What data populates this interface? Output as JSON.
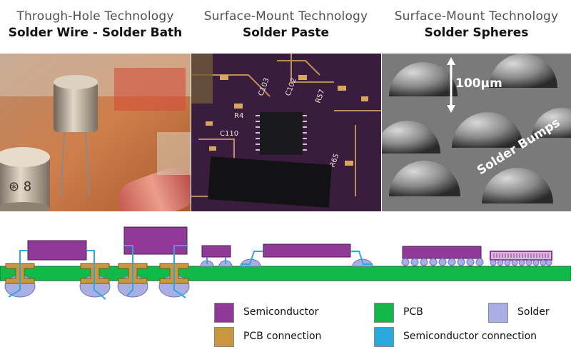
{
  "columns": [
    {
      "technology": "Through-Hole Technology",
      "method": "Solder Wire - Solder Bath"
    },
    {
      "technology": "Surface-Mount Technology",
      "method": "Solder Paste"
    },
    {
      "technology": "Surface-Mount Technology",
      "method": "Solder Spheres"
    }
  ],
  "photo3": {
    "scale_label": "100µm",
    "bumps_label": "Solder Bumps"
  },
  "legend": [
    {
      "label": "Semiconductor",
      "color": "#8e3a96"
    },
    {
      "label": "PCB",
      "color": "#11b84a"
    },
    {
      "label": "Solder",
      "color": "#a9aee3"
    },
    {
      "label": "PCB connection",
      "color": "#c8973f"
    },
    {
      "label": "Semiconductor connection",
      "color": "#29a9dc"
    }
  ],
  "colors": {
    "semiconductor": "#8e3a96",
    "pcb": "#11b84a",
    "solder": "#a9aee3",
    "pcb_connection": "#c8973f",
    "semiconductor_connection": "#29a9dc"
  }
}
